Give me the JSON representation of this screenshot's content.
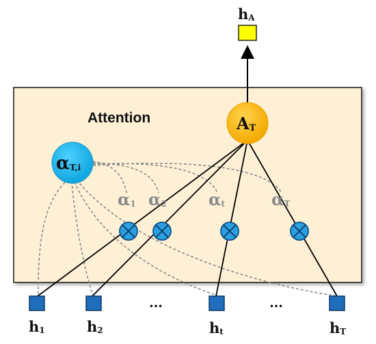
{
  "title": "Attention",
  "output": {
    "label_main": "h",
    "label_sub": "A"
  },
  "attention_node": {
    "label_main": "A",
    "label_sub": "T"
  },
  "alpha_node": {
    "label_main": "α",
    "label_sub": "T,i"
  },
  "weights": [
    {
      "main": "α",
      "sub": "1"
    },
    {
      "main": "α",
      "sub": "2"
    },
    {
      "main": "α",
      "sub": "t"
    },
    {
      "main": "α",
      "sub": "T"
    }
  ],
  "inputs": [
    {
      "main": "h",
      "sub": "1"
    },
    {
      "main": "h",
      "sub": "2"
    },
    {
      "main": "h",
      "sub": "t"
    },
    {
      "main": "h",
      "sub": "T"
    }
  ],
  "ellipsis": "…",
  "colors": {
    "box_fill": "#fdf0d5",
    "attention_node": "#f7b500",
    "alpha_node": "#1ab3ea",
    "multiplier": "#2b9fe0",
    "input_square": "#1f6dbb",
    "output_square": "#ffff00",
    "alpha_text": "#8a8a8a"
  }
}
